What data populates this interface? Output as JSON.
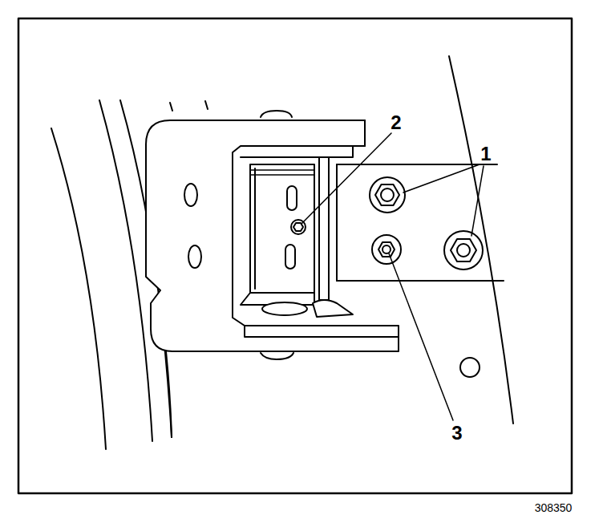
{
  "diagram": {
    "labels": [
      "1",
      "2",
      "3",
      "308350"
    ]
  }
}
